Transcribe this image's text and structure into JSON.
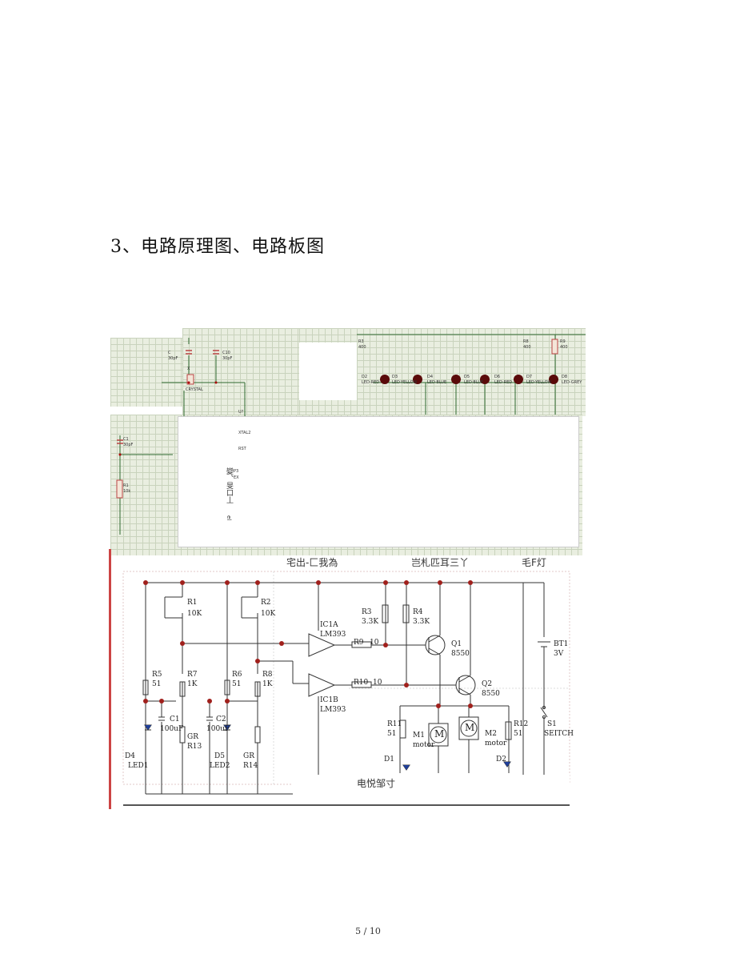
{
  "heading": "3、电路原理图、电路板图",
  "schematic_top": {
    "components": {
      "c": "C",
      "c_val": "30pF",
      "c10": "C10",
      "c10_val": "30pF",
      "x": "X",
      "x_val": "CRYSTAL",
      "c1": "C1",
      "c1_val": "30pF",
      "r1": "R1",
      "r1_val": "10k",
      "u": "U?",
      "r3": "R3",
      "r3_val": "400",
      "r8": "R8",
      "r8_val": "400",
      "r9": "R9",
      "r9_val": "400",
      "d2": "D2",
      "d3": "D3",
      "d4": "D4",
      "d5": "D5",
      "d6": "D6",
      "d7": "D7",
      "d8": "D8",
      "led_red": "LED-RED",
      "led_yellow": "LED-YELLOW",
      "led_blue": "LED-BLUE",
      "led_grey": "LED-GREY",
      "pin_xtal2": "XTAL2",
      "pin_rst": "RST",
      "pin_p": "P3",
      "pin_ex": "EX"
    },
    "garbled_text": "變、旻口丄",
    "garbled_num": "el"
  },
  "schematic_bottom": {
    "caption_left": "宅出-匚我為",
    "caption_mid": "岂札匹耳三丫",
    "caption_right": "毛F灯",
    "caption_bottom": "电悦邹寸",
    "components": {
      "r1": "R1",
      "r1_val": "10K",
      "r2": "R2",
      "r2_val": "10K",
      "r3": "R3",
      "r3_val": "3.3K",
      "r4": "R4",
      "r4_val": "3.3K",
      "r5": "R5",
      "r5_val": "51",
      "r6": "R6",
      "r6_val": "51",
      "r7": "R7",
      "r7_val": "1K",
      "r8": "R8",
      "r8_val": "1K",
      "r9": "R9",
      "r9_val": "10",
      "r10": "R10",
      "r10_val": "10",
      "r11": "R11",
      "r11_val": "51",
      "r12": "R12",
      "r12_val": "51",
      "c1": "C1",
      "c1_val": "100uF",
      "c2": "C2",
      "c2_val": "100uF",
      "gr_r13": "GR",
      "r13": "R13",
      "gr_r14": "GR",
      "r14": "R14",
      "ic1a": "IC1A",
      "ic1a_val": "LM393",
      "ic1b": "IC1B",
      "ic1b_val": "LM393",
      "q1": "Q1",
      "q1_val": "8550",
      "q2": "Q2",
      "q2_val": "8550",
      "m1": "M1",
      "m1_val": "motor",
      "m2": "M2",
      "m2_val": "motor",
      "m_symbol": "M",
      "bt1": "BT1",
      "bt1_val": "3V",
      "s1": "S1",
      "s1_val": "SEITCH",
      "d4": "D4",
      "d4_val": "LED1",
      "d5": "D5",
      "d5_val": "LED2",
      "d1": "D1",
      "d2": "D2"
    }
  },
  "footer": "5 / 10"
}
